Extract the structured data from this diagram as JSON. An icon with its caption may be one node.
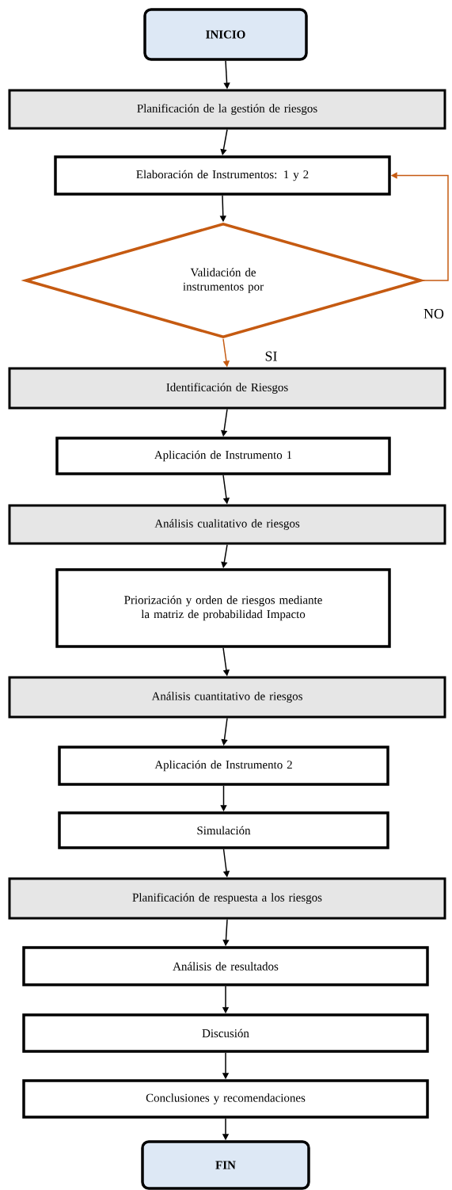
{
  "diagram": {
    "nodes": [
      {
        "text": [
          "INICIO"
        ]
      },
      {
        "text": [
          "Planificación de la gestión de riesgos"
        ]
      },
      {
        "text": [
          "Elaboración de Instrumentos: 1 y 2"
        ]
      },
      {
        "text": [
          "Validación de instrumentos por"
        ]
      },
      {
        "text": [
          "Identificación de Riesgos"
        ]
      },
      {
        "text": [
          "Aplicación de Instrumento 1"
        ]
      },
      {
        "text": [
          "Análisis cualitativo de riesgos"
        ]
      },
      {
        "text": [
          "Priorización y orden de riesgos mediante la matriz de probabilidad Impacto"
        ]
      },
      {
        "text": [
          "Análisis cuantitativo de riesgos"
        ]
      },
      {
        "text": [
          "Aplicación de Instrumento 2"
        ]
      },
      {
        "text": [
          "Simulación"
        ]
      },
      {
        "text": [
          "Planificación de respuesta a los riesgos"
        ]
      },
      {
        "text": [
          "Análisis de resultados"
        ]
      },
      {
        "text": [
          "Discusión"
        ]
      },
      {
        "text": [
          "Conclusiones y recomendaciones"
        ]
      },
      {
        "text": [
          "FIN"
        ]
      }
    ],
    "edges": [
      {
        "from": 0,
        "to": 1,
        "arrow": "to"
      },
      {
        "from": 1,
        "to": 2,
        "arrow": "to"
      },
      {
        "from": 2,
        "to": 3,
        "arrow": "to"
      },
      {
        "from": 3,
        "to": 4,
        "arrow": "to",
        "label": "SI",
        "color": "#c55a11"
      },
      {
        "from": 3,
        "to": 2,
        "arrow": "to",
        "label": "NO",
        "color": "#c55a11"
      },
      {
        "from": 4,
        "to": 5,
        "arrow": "to"
      },
      {
        "from": 5,
        "to": 6,
        "arrow": "to"
      },
      {
        "from": 6,
        "to": 7,
        "arrow": "to"
      },
      {
        "from": 7,
        "to": 8,
        "arrow": "to"
      },
      {
        "from": 8,
        "to": 9,
        "arrow": "to"
      },
      {
        "from": 9,
        "to": 10,
        "arrow": "to"
      },
      {
        "from": 10,
        "to": 11,
        "arrow": "to"
      },
      {
        "from": 11,
        "to": 12,
        "arrow": "to"
      },
      {
        "from": 12,
        "to": 13,
        "arrow": "to"
      },
      {
        "from": 13,
        "to": 14,
        "arrow": "to"
      },
      {
        "from": 14,
        "to": 15,
        "arrow": "to"
      }
    ]
  }
}
